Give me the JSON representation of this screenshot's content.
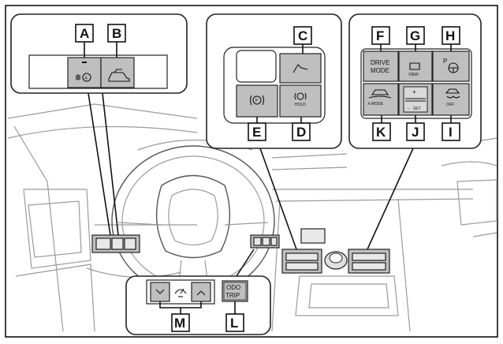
{
  "callouts": {
    "A": "A",
    "B": "B",
    "C": "C",
    "D": "D",
    "E": "E",
    "F": "F",
    "G": "G",
    "H": "H",
    "I": "I",
    "J": "J",
    "K": "K",
    "L": "L",
    "M": "M"
  },
  "buttons": {
    "drive_mode_line1": "DRIVE",
    "drive_mode_line2": "MODE",
    "view": "VIEW",
    "park_p": "P",
    "xmode": "X-MODE",
    "set": "SET",
    "off": "OFF",
    "hold": "HOLD",
    "odo": "ODO",
    "trip": "TRIP"
  }
}
